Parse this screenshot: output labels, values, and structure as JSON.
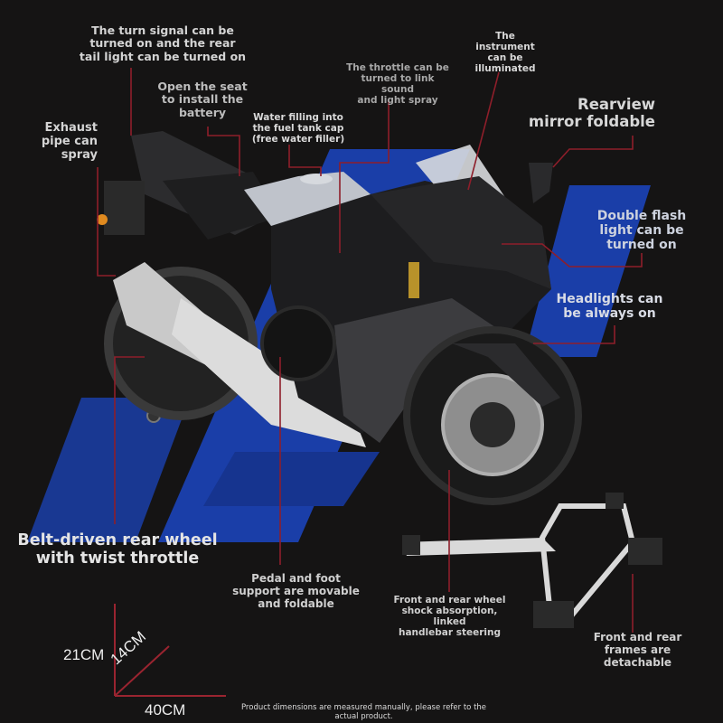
{
  "callouts": {
    "turn_signal": "The turn signal can be\nturned on and the rear\ntail light can be turned on",
    "exhaust": "Exhaust\npipe can\nspray",
    "seat_battery": "Open the seat\nto install the\nbattery",
    "water_filling": "Water filling into\nthe fuel tank cap\n(free water filler)",
    "throttle": "The throttle can be\nturned to link sound\nand light spray",
    "instrument": "The\ninstrument\ncan be\nilluminated",
    "rearview_mirror": "Rearview\nmirror foldable",
    "double_flash": "Double flash\nlight can be\nturned on",
    "headlights": "Headlights can\nbe always on",
    "belt_driven": "Belt-driven rear wheel\nwith twist throttle",
    "pedal_support": "Pedal and foot\nsupport are movable\nand foldable",
    "shock_absorption": "Front and rear wheel\nshock absorption, linked\nhandlebar steering",
    "frames_detachable": "Front and rear\nframes are\ndetachable"
  },
  "dimensions": {
    "height": "21CM",
    "width": "14CM",
    "length": "40CM",
    "note": "Product dimensions are measured manually, please refer to the\nactual product."
  },
  "colors": {
    "background": "#151414",
    "accent_blue": "#1a3ea8",
    "callout_line": "#8e1e2a",
    "dimension_line": "#9a2430"
  }
}
